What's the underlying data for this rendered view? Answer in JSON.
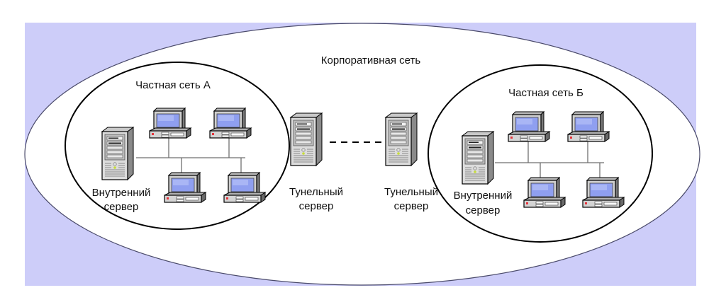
{
  "diagram": {
    "title": "Корпоративная сеть",
    "colors": {
      "background": "#cdcdf9",
      "corporate_fill": "#ffffff",
      "outline": "#000000",
      "corporate_outline": "#4a4a6a",
      "bus_line": "#6f6f6f",
      "screen": "#8f9ff0",
      "device_body": "#d8d8d8",
      "device_dark": "#6a6a6a",
      "power_led": "#e5333a",
      "server_led": "#c6dc3a"
    },
    "networks": [
      {
        "id": "net-a",
        "label": "Частная сеть А",
        "server": {
          "line1": "Внутренний",
          "line2": "сервер"
        },
        "workstations": 4
      },
      {
        "id": "net-b",
        "label": "Частная сеть Б",
        "server": {
          "line1": "Внутренний",
          "line2": "сервер"
        },
        "workstations": 4
      }
    ],
    "tunnel_servers": [
      {
        "line1": "Тунельный",
        "line2": "сервер"
      },
      {
        "line1": "Тунельный",
        "line2": "сервер"
      }
    ],
    "tunnel_link": {
      "style": "dashed"
    }
  }
}
